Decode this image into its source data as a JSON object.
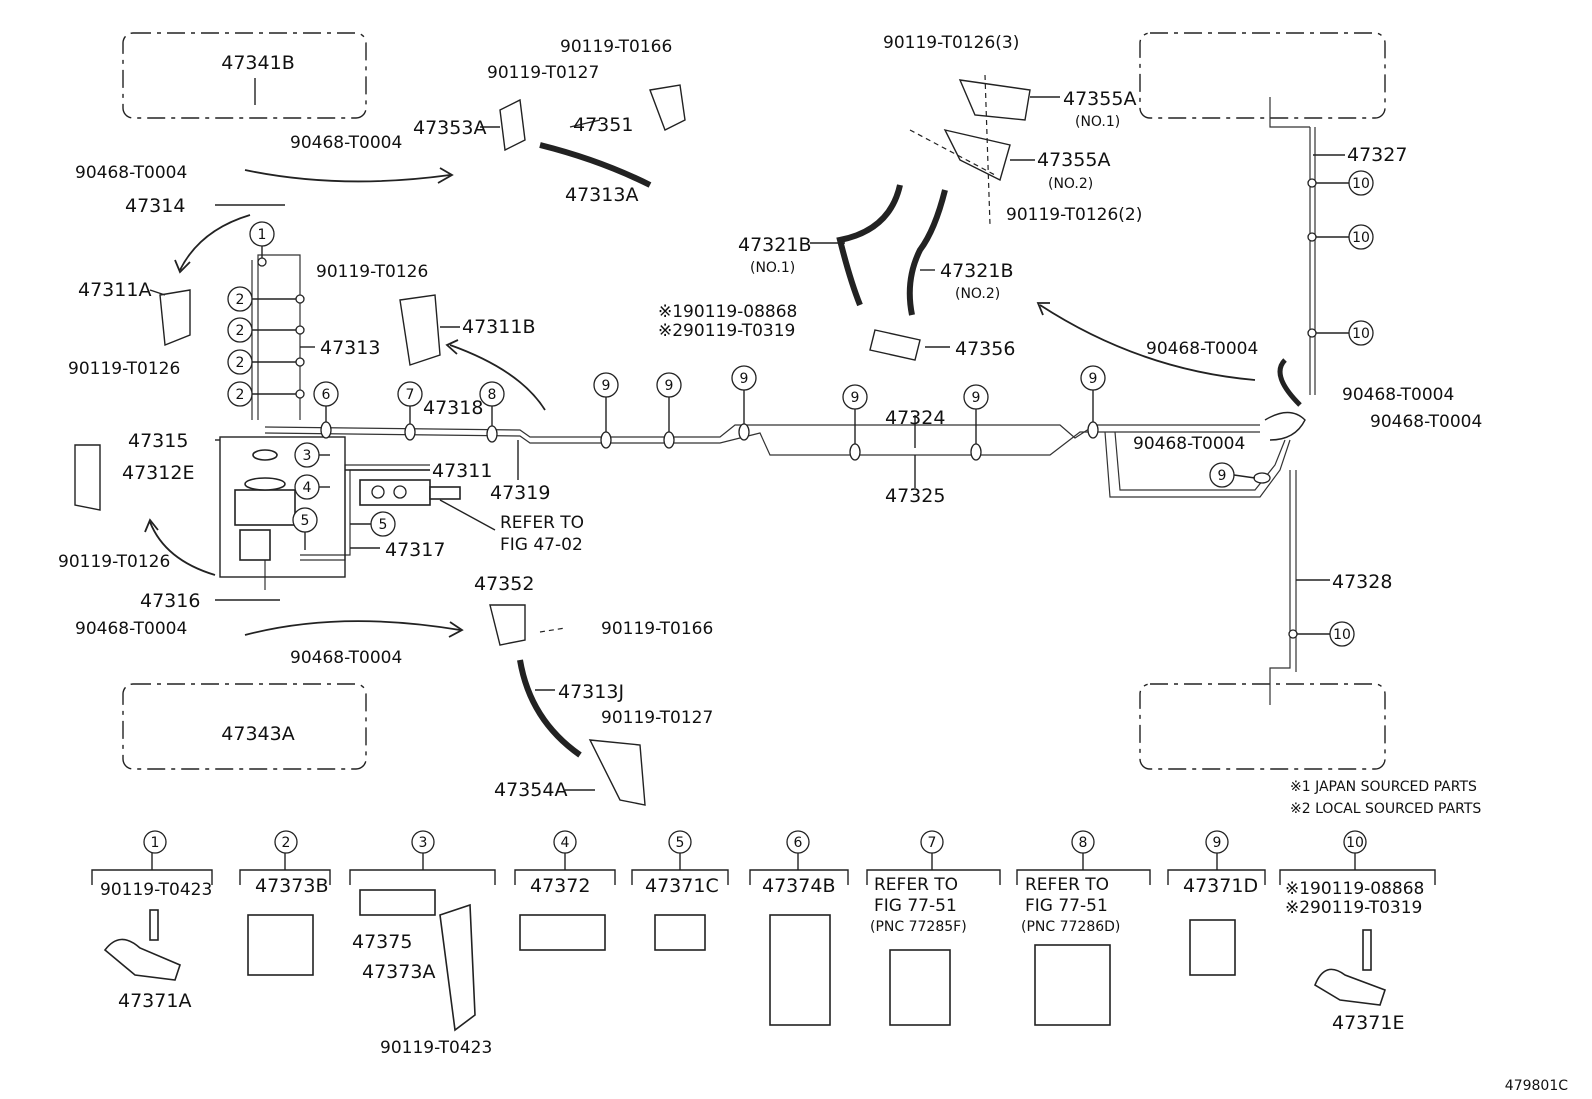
{
  "diagram": {
    "fig_code": "479801C",
    "notes": [
      "※1 JAPAN SOURCED PARTS",
      "※2 LOCAL SOURCED PARTS"
    ],
    "callouts": {
      "p47341B": "47341B",
      "p47343A": "47343A",
      "p90468_T0004": "90468-T0004",
      "p47314": "47314",
      "p47311A": "47311A",
      "p90119_T0126": "90119-T0126",
      "p47313": "47313",
      "p47315": "47315",
      "p47312E": "47312E",
      "p47316": "47316",
      "p47318": "47318",
      "p47319": "47319",
      "p47311": "47311",
      "p47317": "47317",
      "refer_to": "REFER TO",
      "fig_47_02": "FIG 47-02",
      "p90119_T0127": "90119-T0127",
      "p90119_T0166": "90119-T0166",
      "p47353A": "47353A",
      "p47351": "47351",
      "p47313A": "47313A",
      "p47311B": "47311B",
      "p47352": "47352",
      "p47313J": "47313J",
      "p47354A": "47354A",
      "p90119_T0126_3": "90119-T0126(3)",
      "p47355A": "47355A",
      "no1": "(NO.1)",
      "no2": "(NO.2)",
      "p90119_T0126_2": "90119-T0126(2)",
      "p47321B": "47321B",
      "s1_90119_08868": "※190119-08868",
      "s2_90119_T0319": "※290119-T0319",
      "p47356": "47356",
      "p47324": "47324",
      "p47325": "47325",
      "p47327": "47327",
      "p47328": "47328"
    },
    "clamp_numbers": [
      "1",
      "2",
      "3",
      "4",
      "5",
      "6",
      "7",
      "8",
      "9",
      "10"
    ],
    "legend": [
      {
        "num": "1",
        "lines": [
          "90119-T0423",
          "47371A"
        ]
      },
      {
        "num": "2",
        "lines": [
          "47373B"
        ]
      },
      {
        "num": "3",
        "lines": [
          "47375",
          "47373A",
          "90119-T0423"
        ]
      },
      {
        "num": "4",
        "lines": [
          "47372"
        ]
      },
      {
        "num": "5",
        "lines": [
          "47371C"
        ]
      },
      {
        "num": "6",
        "lines": [
          "47374B"
        ]
      },
      {
        "num": "7",
        "lines": [
          "REFER TO",
          "FIG 77-51",
          "(PNC 77285F)"
        ]
      },
      {
        "num": "8",
        "lines": [
          "REFER TO",
          "FIG 77-51",
          "(PNC 77286D)"
        ]
      },
      {
        "num": "9",
        "lines": [
          "47371D"
        ]
      },
      {
        "num": "10",
        "lines": [
          "※190119-08868",
          "※290119-T0319",
          "47371E"
        ]
      }
    ]
  }
}
